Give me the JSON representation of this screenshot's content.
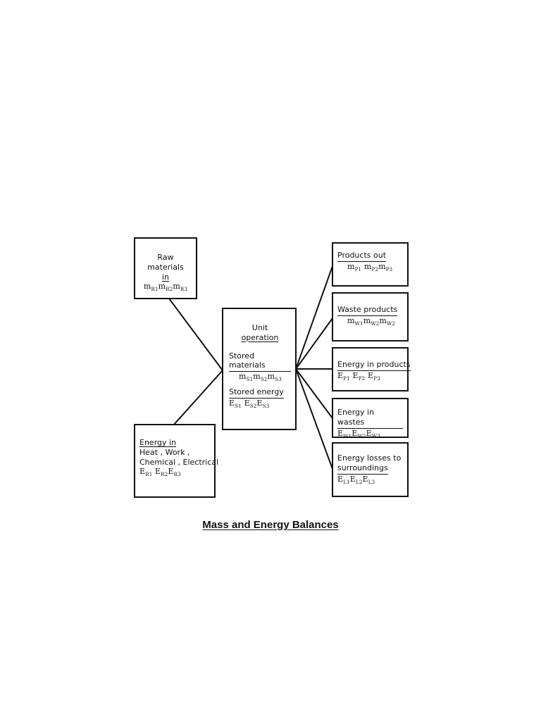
{
  "raw_materials": {
    "title_line1": "Raw materials",
    "title_line2": "in",
    "symbol": "mR1mR2mR3"
  },
  "energy_in": {
    "title": "Energy in",
    "line1": "Heat , Work ,",
    "line2": "Chemical , Electrical",
    "symbol": "ER1ER2ER3"
  },
  "unit_operation": {
    "title_line1": "Unit",
    "title_line2": "operation",
    "stored_materials_label": "Stored materials",
    "stored_materials_symbol": "mS1mS2mS3",
    "stored_energy_label": "Stored energy",
    "stored_energy_symbol": "ES1ES2ES3"
  },
  "products_out": {
    "title": "Products out",
    "symbol": "mP1mP2mP3"
  },
  "waste_products": {
    "title": "Waste products",
    "symbol": "mW1mW2mW2"
  },
  "energy_in_products": {
    "title": "Energy in products",
    "symbol": "EP1EP2EP3"
  },
  "energy_in_wastes": {
    "title": "Energy in wastes",
    "symbol": "EW1EW2EW3"
  },
  "energy_losses": {
    "title_line1": "Energy losses to",
    "title_line2": "surroundings",
    "symbol": "EL1EL2EL3"
  },
  "caption": "Mass and Energy Balances"
}
